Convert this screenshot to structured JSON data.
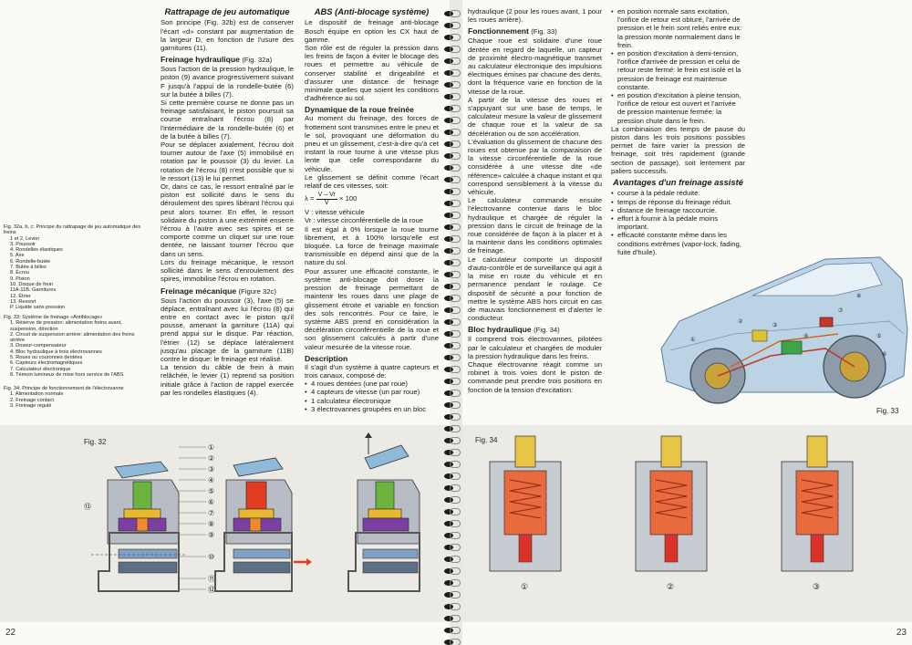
{
  "left_page": {
    "page_number": "22",
    "column1": {
      "sections": [
        {
          "title": "Rattrapage de jeu automatique",
          "paragraphs": [
            "Son principe (Fig. 32b) est de conserver l'écart «d» constant par augmentation de la largeur D, en fonction de l'usure des garnitures (11)."
          ]
        },
        {
          "heading": "Freinage hydraulique",
          "heading_ref": "(Fig. 32a)",
          "paragraphs": [
            "Sous l'action de la pression hydraulique, le piston (9) avance progressivement suivant F jusqu'à l'appui de la rondelle-butée (6) sur la butée à billes (7).",
            "Si cette première course ne donne pas un freinage satisfaisant, le piston poursuit sa course entraînant l'écrou (8) par l'intermédiaire de la rondelle-butée (6) et de la butée à billes (7).",
            "Pour se déplacer axialement, l'écrou doit tourner autour de l'axe (5) immobilisé en rotation par le poussoir (3) du levier. La rotation de l'écrou (8) n'est possible que si le ressort (13) le lui permet.",
            "Or, dans ce cas, le ressort entraîné par le piston est sollicité dans le sens du déroulement des spires libérant l'écrou qui peut alors tourner. En effet, le ressort solidaire du piston à une extrémité enserre l'écrou à l'autre avec ses spires et se comporte comme un cliquet sur une roue dentée, ne laissant tourner l'écrou que dans un sens.",
            "Lors du freinage mécanique, le ressort sollicité dans le sens d'enroulement des spires, immobilise l'écrou en rotation."
          ]
        }
      ]
    },
    "column2": {
      "sections": [
        {
          "title": "ABS (Anti-blocage système)",
          "paragraphs": [
            "Le dispositif de freinage anti-blocage Bosch équipe en option les CX haut de gamme.",
            "Son rôle est de réguler la pression dans les freins de façon à éviter le blocage des roues et permettre au véhicule de conserver stabilité et dirigeabilité et d'assurer une distance de freinage minimale quelles que soient les conditions d'adhérence au sol."
          ]
        },
        {
          "heading": "Dynamique de la roue freinée",
          "paragraphs": [
            "Au moment du freinage, des forces de frottement sont transmises entre le pneu et le sol, provoquant une déformation du pneu et un glissement, c'est-à-dire qu'à cet instant la roue tourne à une vitesse plus lente que celle correspondante du véhicule.",
            "Le glissement se définit comme l'écart relatif de ces vitesses, soit:"
          ],
          "formula_lhs": "λ =",
          "formula_num": "V – Vr",
          "formula_den": "V",
          "formula_rhs": "× 100",
          "paragraphs_after": [
            "V : vitesse véhicule",
            "Vr : vitesse circonférentielle de la roue",
            "Il est égal à 0% lorsque la roue tourne librement, et à 100% lorsqu'elle est bloquée. La force de freinage maximale transmissible en dépend ainsi que de la nature du sol.",
            "Pour assurer une efficacité constante, le système anti-blocage doit doser la pression de freinage permettant de maintenir les roues dans une plage de glissement étroite et variable en fonction des sols rencontrés. Pour ce faire, le système ABS prend en considération la décélération circonférentielle de la roue et son glissement calculés à partir d'une valeur mesurée de la vitesse roue."
          ]
        },
        {
          "heading": "Description",
          "paragraphs": [
            "Il s'agit d'un système à quatre capteurs et trois canaux, composé de:"
          ],
          "bullets": [
            "4 roues dentées (une par roue)",
            "4 capteurs de vitesse (un par roue)",
            "1 calculateur électronique",
            "3 électrovannes groupées en un bloc"
          ]
        }
      ]
    },
    "column2_mech": {
      "heading": "Freinage mécanique",
      "heading_ref": "(Figure 32c)",
      "paragraphs": [
        "Sous l'action du poussoir (3), l'axe (5) se déplace, entraînant avec lui l'écrou (8) qui entre en contact avec le piston qu'il pousse, amenant la garniture (11A) qui prend appui sur le disque. Par réaction, l'étrier (12) se déplace latéralement jusqu'au placage de la garniture (11B) contre le disque: le freinage est réalisé.",
        "La tension du câble de frein à main relâchée, le levier (1) reprend sa position initiale grâce à l'action de rappel exercée par les rondelles élastiques (4)."
      ]
    },
    "caption32": {
      "title": "Fig. 32a, b, c: Principe du rattrapage de jeu automatique des freins",
      "items": [
        "1 et 2. Levier",
        "3. Poussoir",
        "4. Rondelles élastiques",
        "5. Axe",
        "6. Rondelle-butée",
        "7. Butée à billes",
        "8. Écrou",
        "9. Piston",
        "10. Disque de frein",
        "11A-11B. Garnitures",
        "12. Étrier",
        "13. Ressort",
        "P. Liquide sans pression"
      ]
    },
    "caption33": {
      "title": "Fig. 33: Système de freinage «Antiblocage»",
      "items": [
        "1. Réserve de pression: alimentation freins avant, suspension, direction",
        "2. Circuit de suspension arrière: alimentation des freins arrière",
        "3. Doseur-compensateur",
        "4. Bloc hydraulique à trois électrovannes",
        "5. Roues ou couronnes dentées",
        "6. Capteurs électromagnétiques",
        "7. Calculateur électronique",
        "8. Témoin lumineux de mise hors service de l'ABS"
      ]
    },
    "caption34": {
      "title": "Fig. 34: Principe de fonctionnement de l'électrovanne",
      "items": [
        "1. Alimentation normale",
        "2. Freinage contact",
        "3. Freinage régulé"
      ]
    },
    "fig32_label": "Fig. 32",
    "fig32_callouts": [
      "①",
      "②",
      "③",
      "④",
      "⑤",
      "⑥",
      "⑦",
      "⑧",
      "⑨",
      "⑩",
      "⑪",
      "⑫"
    ],
    "fig32_side_label": "⑬"
  },
  "right_page": {
    "page_number": "23",
    "column1": {
      "intro": "hydraulique (2 pour les roues avant, 1 pour les roues arrière).",
      "sections": [
        {
          "heading": "Fonctionnement",
          "heading_ref": "(Fig. 33)",
          "paragraphs": [
            "Chaque roue est solidaire d'une roue dentée en regard de laquelle, un capteur de proximité électro-magnétique transmet au calculateur électronique des impulsions électriques émises par chacune des dents, dont la fréquence varie en fonction de la vitesse de la roue.",
            "A partir de la vitesse des roues et s'appuyant sur une base de temps, le calculateur mesure la valeur de glissement de chaque roue et la valeur de sa décélération ou de son accélération.",
            "L'évaluation du glissement de chacune des roues est obtenue par la comparaison de la vitesse circonférentielle de la roue considérée à une vitesse dite «de référence» calculée à chaque instant et qui correspond sensiblement à la vitesse du véhicule.",
            "Le calculateur commande ensuite l'électrovanne contenue dans le bloc hydraulique et chargée de réguler la pression dans le circuit de freinage de la roue considérée de façon à la placer et à la maintenir dans les conditions optimales de freinage.",
            "Le calculateur comporte un dispositif d'auto-contrôle et de surveillance qui agit à la mise en route du véhicule et en permanence pendant le roulage. Ce dispositif de sécurité a pour fonction de mettre le système ABS hors circuit en cas de mauvais fonctionnement et d'alerter le conducteur."
          ]
        },
        {
          "heading": "Bloc hydraulique",
          "heading_ref": "(Fig. 34)",
          "paragraphs": [
            "Il comprend trois électrovannes, pilotées par le calculateur et chargées de moduler la pression hydraulique dans les freins.",
            "Chaque électrovanne réagit comme un robinet à trois voies dont le piston de commande peut prendre trois positions en fonction de la tension d'excitation:"
          ]
        }
      ]
    },
    "column2": {
      "bullets_top": [
        "en position normale sans excitation, l'orifice de retour est obturé, l'arrivée de pression et le frein sont reliés entre eux: la pression monte normalement dans le frein.",
        "en position d'excitation à demi-tension, l'orifice d'arrivée de pression et celui de retour reste fermé: le frein est isolé et la pression de freinage est maintenue constante.",
        "en position d'excitation à pleine tension, l'orifice de retour est ouvert et l'arrivée de pression maintenue fermée: la pression chute dans le frein."
      ],
      "paragraph": "La combinaison des temps de pause du piston dans les trois positions possibles permet de faire varier la pression de freinage, soit très rapidement (grande section de passage), soit lentement par paliers successifs.",
      "title2": "Avantages d'un freinage assisté",
      "bullets2": [
        "course à la pédale réduite.",
        "temps de réponse du freinage réduit.",
        "distance de freinage raccourcie.",
        "effort à fournir à la pédale moins important.",
        "efficacité constante même dans les conditions extrêmes (vapor-lock, fading, fuite d'huile)."
      ]
    },
    "fig33_label": "Fig. 33",
    "fig34_label": "Fig. 34",
    "fig34_positions": [
      "①",
      "②",
      "③"
    ],
    "fig33_callouts": [
      "①",
      "②",
      "③",
      "④",
      "⑤",
      "⑥",
      "⑦",
      "⑧"
    ]
  }
}
